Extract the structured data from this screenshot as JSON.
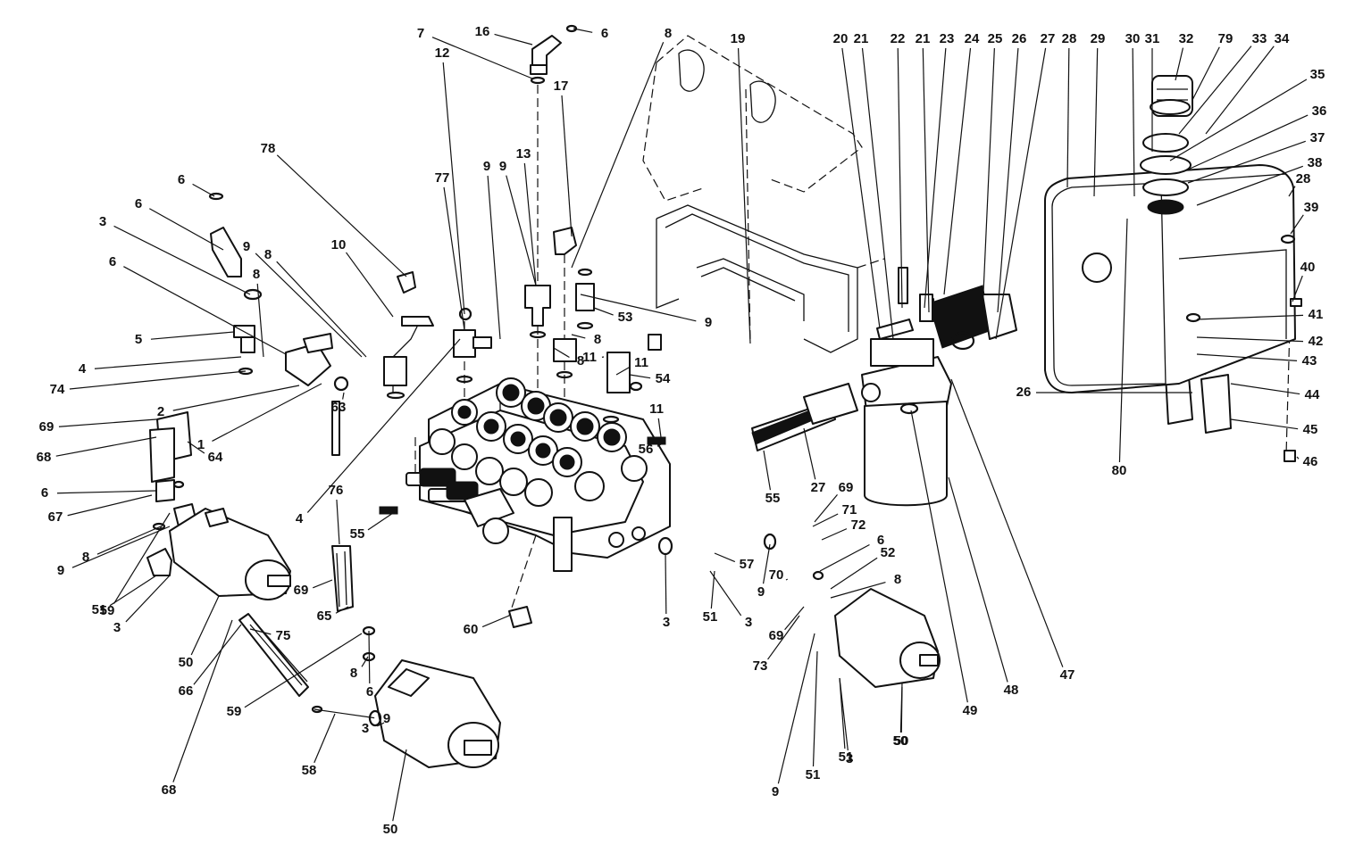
{
  "figure": {
    "kind": "exploded-parts-diagram",
    "ink_color": "#111111",
    "background": "#ffffff"
  },
  "callouts": [
    "1",
    "2",
    "3",
    "3",
    "3",
    "3",
    "3",
    "3",
    "4",
    "4",
    "5",
    "6",
    "6",
    "6",
    "6",
    "6",
    "6",
    "6",
    "7",
    "8",
    "8",
    "8",
    "8",
    "8",
    "8",
    "8",
    "8",
    "9",
    "9",
    "9",
    "9",
    "9",
    "9",
    "9",
    "9",
    "10",
    "11",
    "11",
    "11",
    "12",
    "13",
    "16",
    "17",
    "19",
    "20",
    "21",
    "21",
    "22",
    "23",
    "24",
    "25",
    "26",
    "26",
    "27",
    "27",
    "28",
    "28",
    "29",
    "30",
    "31",
    "32",
    "79",
    "33",
    "34",
    "35",
    "36",
    "37",
    "38",
    "39",
    "40",
    "41",
    "42",
    "43",
    "44",
    "45",
    "46",
    "47",
    "48",
    "49",
    "50",
    "50",
    "50",
    "50",
    "51",
    "51",
    "51",
    "51",
    "52",
    "53",
    "54",
    "55",
    "55",
    "56",
    "57",
    "58",
    "59",
    "59",
    "60",
    "63",
    "64",
    "65",
    "66",
    "67",
    "68",
    "68",
    "69",
    "69",
    "69",
    "69",
    "70",
    "71",
    "72",
    "73",
    "74",
    "75",
    "76",
    "77",
    "78",
    "80"
  ]
}
